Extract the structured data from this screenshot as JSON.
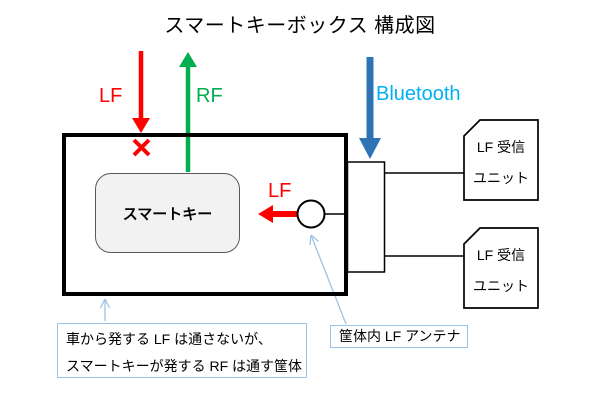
{
  "title": "スマートキーボックス 構成図",
  "labels": {
    "lf_down": "LF",
    "rf_up": "RF",
    "bluetooth": "Bluetooth",
    "lf_inner": "LF",
    "smart_key": "スマートキー"
  },
  "units": [
    {
      "line1": "LF 受信",
      "line2": "ユニット"
    },
    {
      "line1": "LF 受信",
      "line2": "ユニット"
    }
  ],
  "callouts": {
    "enclosure_note_line1": "車から発する LF は通さないが、",
    "enclosure_note_line2": "スマートキーが発する RF は通す筐体",
    "antenna_label": "筐体内 LF アンテナ"
  },
  "colors": {
    "lf_red": "#ff0000",
    "rf_green": "#00b050",
    "bluetooth_arrow_blue": "#2e74b5",
    "bluetooth_text_blue": "#00b0f0",
    "callout_light_blue": "#9dc3e6",
    "enclosure_border": "#000000",
    "smart_key_fill": "#f2f2f2",
    "smart_key_border": "#595959"
  }
}
